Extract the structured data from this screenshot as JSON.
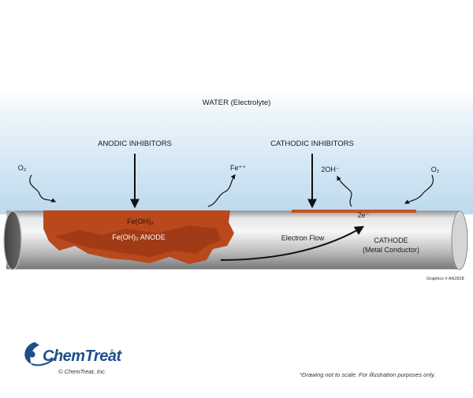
{
  "diagram": {
    "water_label": "WATER (Electrolyte)",
    "anodic_label": "ANODIC INHIBITORS",
    "cathodic_label": "CATHODIC INHIBITORS",
    "o2_left": "O₂",
    "o2_right": "O₂",
    "fe_ion": "Fe⁺⁺",
    "hydroxide": "2OH⁻",
    "feoh3": "Fe(OH)₃",
    "feoh2_anode": "Fe(OH)₂ ANODE",
    "electron_flow": "Electron Flow",
    "two_electrons": "2e⁻",
    "cathode_line1": "CATHODE",
    "cathode_line2": "(Metal Conductor)",
    "graphics_ref": "Graphics # AN2828"
  },
  "footer": {
    "brand": "ChemTreat",
    "copyright": "© ChemTreat, Inc.",
    "note": "*Drawing not to scale. For illustration purposes only."
  },
  "colors": {
    "water_top": "#eef6fb",
    "water_bottom": "#bcd9ee",
    "pipe_light": "#f1f1f1",
    "pipe_mid": "#bdbdbd",
    "pipe_dark": "#6f6f6f",
    "rust": "#b9481c",
    "rust_dark": "#8c3210",
    "cathode_coating": "#c8521f",
    "brand_blue": "#1f4e8c"
  }
}
